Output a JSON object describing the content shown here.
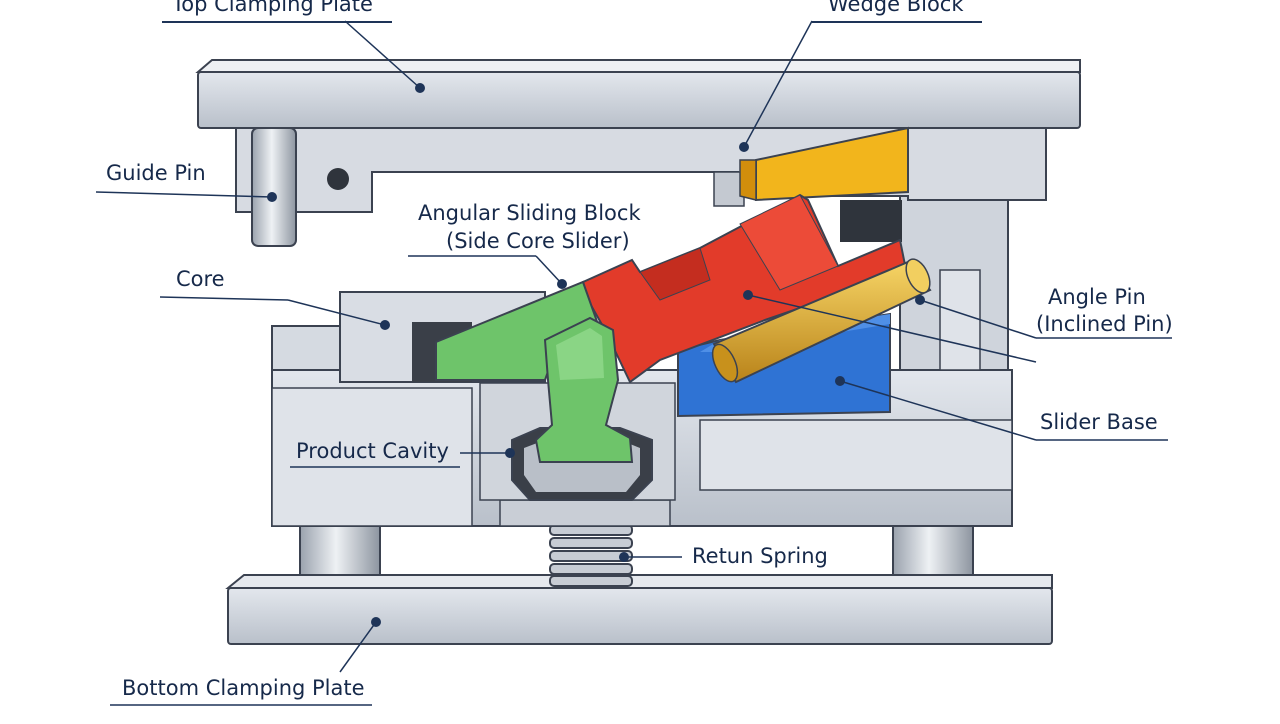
{
  "labels": {
    "top_clamping_plate": "Top Clamping Plate",
    "wedge_block": "Wedge Block",
    "guide_pin": "Guide Pin",
    "angular_sliding_block": "Angular Sliding Block",
    "side_core_slider": "(Side Core Slider)",
    "core": "Core",
    "angle_pin": "Angle Pin",
    "inclined_pin": "(Inclined Pin)",
    "slider_base": "Slider Base",
    "product_cavity": "Product Cavity",
    "return_spring": "Retun Spring",
    "bottom_clamping_plate": "Bottom Clamping Plate"
  },
  "colors": {
    "steel": "#cdd2da",
    "steel_dark": "#aab1bc",
    "outline": "#3b4250",
    "wedge": "#f2b51c",
    "slider": "#e23b2a",
    "core_insert": "#6ec46a",
    "slider_base": "#2f73d4",
    "angle_pin": "#d9a126",
    "label_text": "#16294a",
    "leader": "#1e3458"
  }
}
